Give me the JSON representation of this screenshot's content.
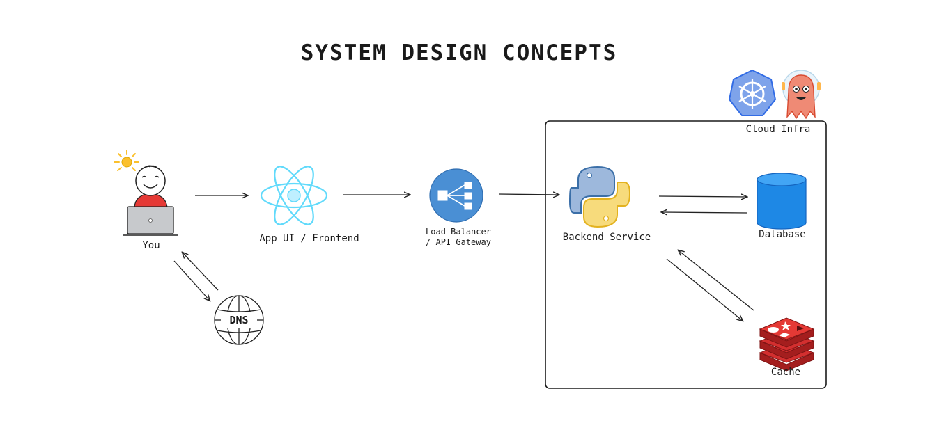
{
  "diagram": {
    "title": "SYSTEM DESIGN CONCEPTS",
    "nodes": {
      "you": "You",
      "dns": "DNS",
      "frontend": "App UI / Frontend",
      "load_balancer_line1": "Load Balancer",
      "load_balancer_line2": "/ API Gateway",
      "backend": "Backend Service",
      "database": "Database",
      "cache": "Cache",
      "cloud_infra": "Cloud Infra"
    },
    "icons": {
      "you": "person-with-laptop-icon",
      "sun": "sun-icon",
      "dns": "globe-icon",
      "frontend": "react-atom-icon",
      "load_balancer": "load-balancer-icon",
      "backend": "python-logo-icon",
      "database": "database-cylinder-icon",
      "cache": "redis-logo-icon",
      "kubernetes": "kubernetes-logo-icon",
      "argo": "argo-octopus-icon"
    },
    "colors": {
      "react": "#61dafb",
      "load_balancer": "#4a8fd4",
      "python_blue": "#3b6fa8",
      "python_yellow": "#f2c94c",
      "database": "#1e88e5",
      "redis": "#c62828",
      "kubernetes": "#326ce5",
      "argo": "#ef6c52",
      "person_shirt": "#e53935",
      "sun": "#fbc02d"
    }
  }
}
